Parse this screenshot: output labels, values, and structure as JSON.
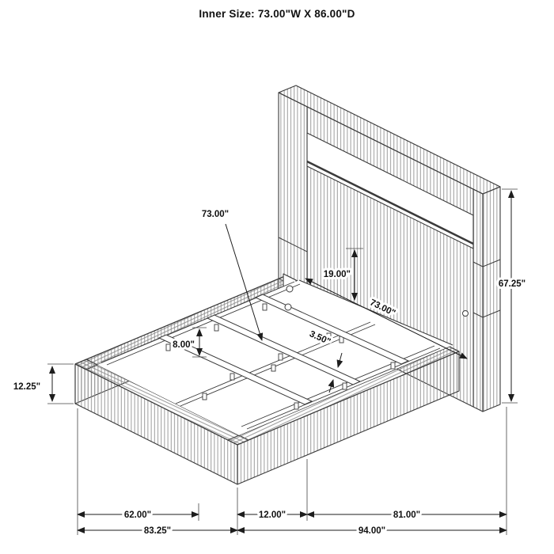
{
  "title": "Inner Size: 73.00\"W X 86.00\"D",
  "dimensions": {
    "slat_length": "73.00\"",
    "panel_height": "19.00\"",
    "headboard_height": "67.25\"",
    "headboard_inner_width": "73.00\"",
    "slat_width": "3.50\"",
    "side_rail_height": "8.00\"",
    "base_height": "12.25\"",
    "front_width": "62.00\"",
    "headboard_depth": "12.00\"",
    "inner_length": "81.00\"",
    "overall_width": "83.25\"",
    "overall_length": "94.00\""
  }
}
